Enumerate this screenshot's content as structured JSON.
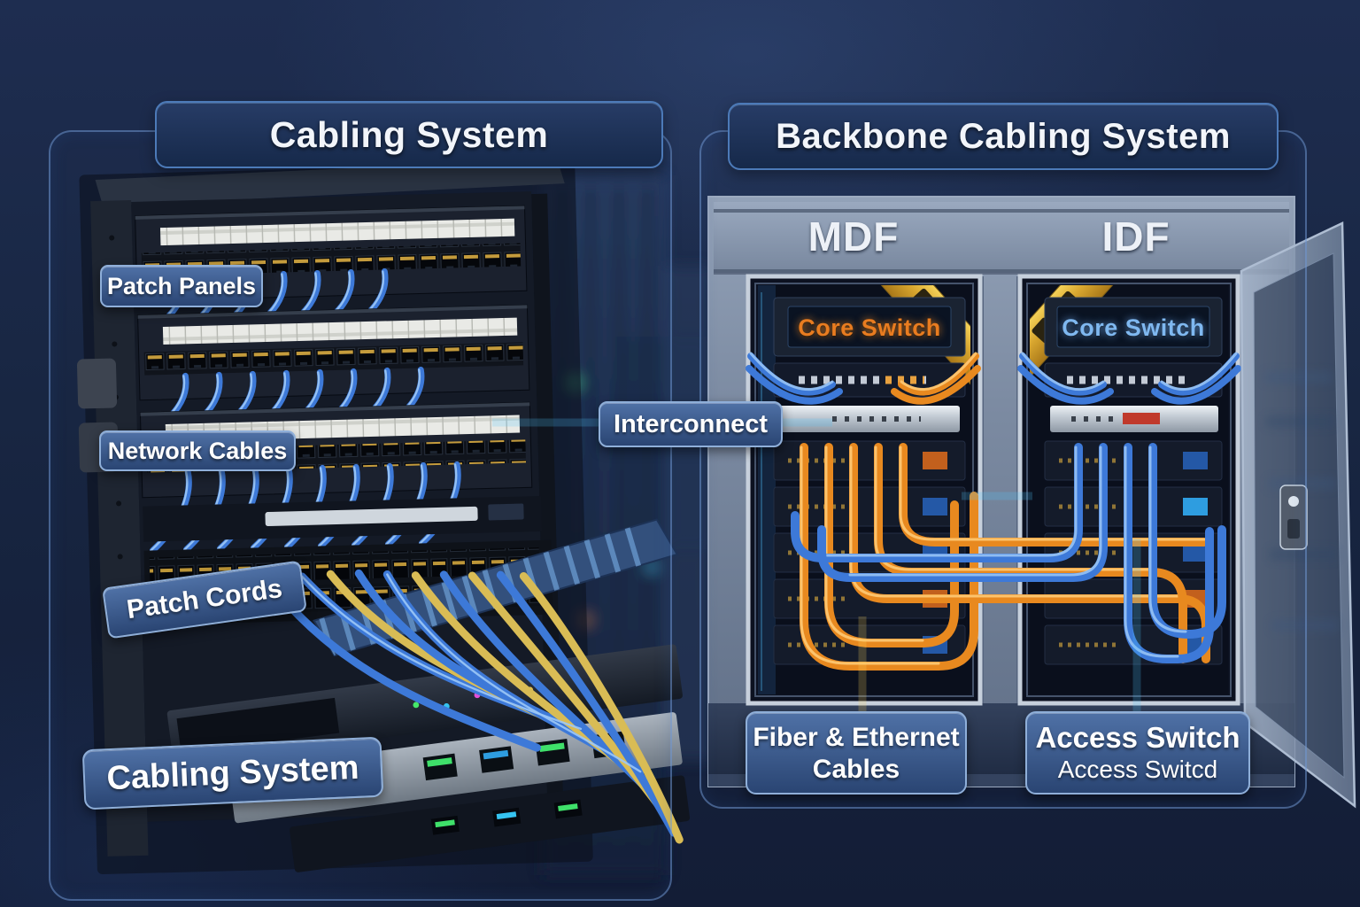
{
  "colors": {
    "text_white": "#f2f5fa",
    "label_border": "#8fafd9",
    "cable_blue": "#3d79d8",
    "cable_blue_light": "#9cc8f7",
    "cable_orange": "#e8891f",
    "cable_orange_light": "#ffce7a",
    "cable_yellow": "#d9bc55",
    "glow_cyan": "#52c8ff",
    "core_switch_orange": "#e87c20",
    "core_switch_blue": "#7fb8f0"
  },
  "left_panel": {
    "title": "Cabling System",
    "labels": {
      "patch_panels": "Patch Panels",
      "network_cables": "Network Cables",
      "patch_cords": "Patch Cords",
      "cabling_system": "Cabling System"
    }
  },
  "right_panel": {
    "title": "Backbone Cabling System",
    "mdf_heading": "MDF",
    "idf_heading": "IDF",
    "mdf_core_switch": "Core Switch",
    "idf_core_switch": "Core Switch",
    "interconnect_label": "Interconnect",
    "fiber_line1": "Fiber & Ethernet",
    "fiber_line2": "Cables",
    "access_line1": "Access Switch",
    "access_line2": "Access Switcd"
  }
}
